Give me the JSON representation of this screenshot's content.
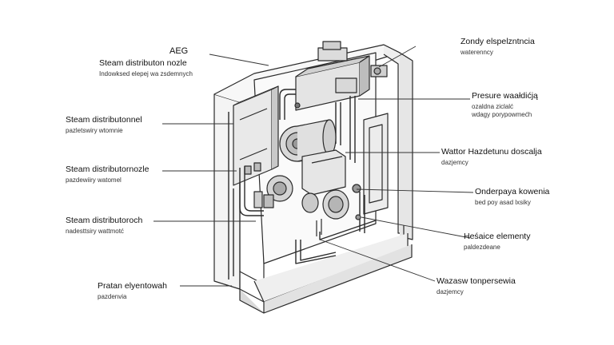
{
  "labels": {
    "brand": "AEG",
    "l1_title": "Steam distributon nozle",
    "l1_sub": "Indowksed elepej wa zsdemnych",
    "l2_title": "Steam distributonnel",
    "l2_sub": "pazletswiry wtomnie",
    "l3_title": "Steam distributornozle",
    "l3_sub": "pazdewiiry watomel",
    "l4_title": "Steam distributoroch",
    "l4_sub": "nadesttsiry wattmotć",
    "l5_title": "Pratan elyentowah",
    "l5_sub": "pazdenvia",
    "r1_title": "Zondy elspelzntncia",
    "r1_sub": "waterenncy",
    "r2_title": "Presure waałdićją",
    "r2_sub": "ozaldna ziclalć",
    "r2_sub2": "wdagy porypowmećh",
    "r3_title": "Wattor Hazdetunu doscalja",
    "r3_sub": "dazjemcy",
    "r4_title": "Onderpaya kowenia",
    "r4_sub": "bed poy asad lxsiky",
    "r5_title": "Heśaice elementy",
    "r5_sub": "paldezdeane",
    "r6_title": "Wazasw tonpersewia",
    "r6_sub": "dazjemcy"
  },
  "colors": {
    "line": "#2a2a2a",
    "fill_light": "#f2f2f2",
    "fill_mid": "#d9d9d9",
    "fill_dark": "#9a9a9a"
  }
}
